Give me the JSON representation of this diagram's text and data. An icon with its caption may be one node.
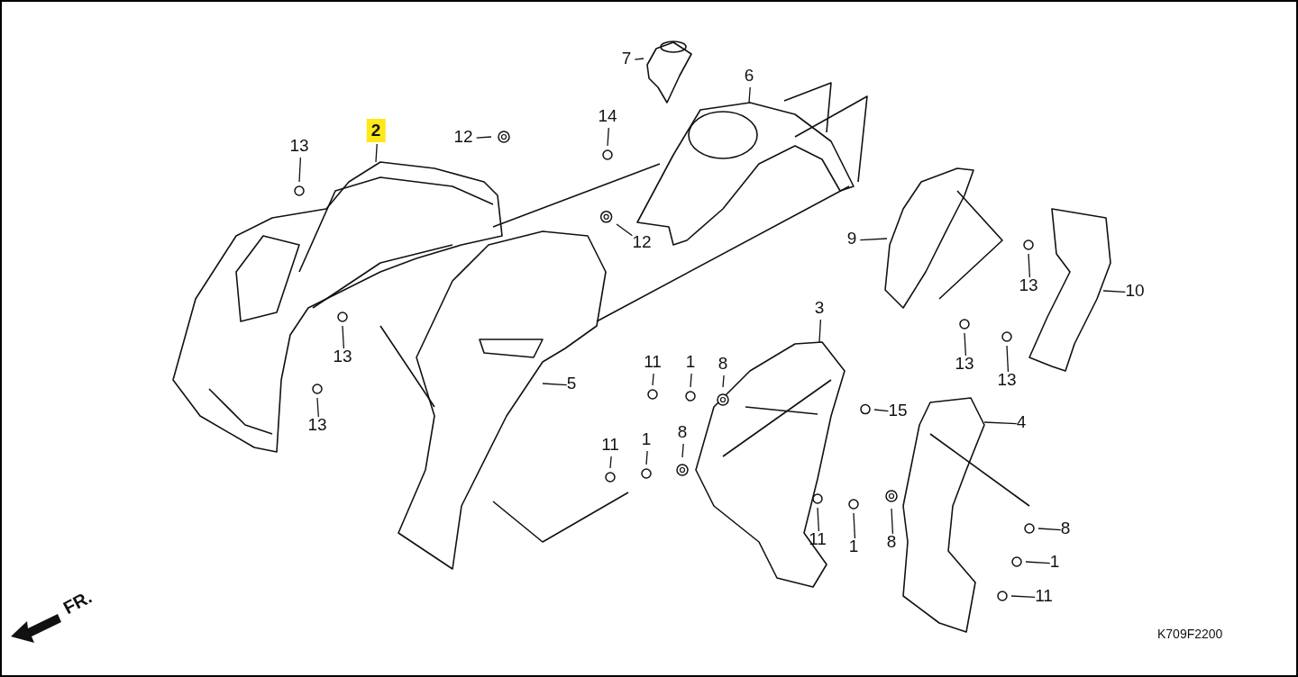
{
  "diagram": {
    "nodes": [
      {
        "text": [
          "7"
        ]
      },
      {
        "text": [
          "6"
        ]
      },
      {
        "text": [
          "2"
        ]
      },
      {
        "text": [
          "12"
        ]
      },
      {
        "text": [
          "14"
        ]
      },
      {
        "text": [
          "13"
        ]
      },
      {
        "text": [
          "12"
        ]
      },
      {
        "text": [
          "9"
        ]
      },
      {
        "text": [
          "13"
        ]
      },
      {
        "text": [
          "10"
        ]
      },
      {
        "text": [
          "13"
        ]
      },
      {
        "text": [
          "3"
        ]
      },
      {
        "text": [
          "13"
        ]
      },
      {
        "text": [
          "13"
        ]
      },
      {
        "text": [
          "5"
        ]
      },
      {
        "text": [
          "11"
        ]
      },
      {
        "text": [
          "1"
        ]
      },
      {
        "text": [
          "8"
        ]
      },
      {
        "text": [
          "13"
        ]
      },
      {
        "text": [
          "15"
        ]
      },
      {
        "text": [
          "4"
        ]
      },
      {
        "text": [
          "11"
        ]
      },
      {
        "text": [
          "1"
        ]
      },
      {
        "text": [
          "8"
        ]
      },
      {
        "text": [
          "8"
        ]
      },
      {
        "text": [
          "1"
        ]
      },
      {
        "text": [
          "11"
        ]
      },
      {
        "text": [
          "11"
        ]
      },
      {
        "text": [
          "1"
        ]
      },
      {
        "text": [
          "8"
        ]
      }
    ],
    "edges": [
      {
        "from": 0,
        "to": null,
        "arrow": "none"
      },
      {
        "from": 1,
        "to": null,
        "arrow": "none"
      },
      {
        "from": 2,
        "to": null,
        "arrow": "none"
      },
      {
        "from": 3,
        "to": null,
        "arrow": "none"
      },
      {
        "from": 4,
        "to": null,
        "arrow": "none"
      },
      {
        "from": 5,
        "to": null,
        "arrow": "none"
      },
      {
        "from": 6,
        "to": null,
        "arrow": "none"
      },
      {
        "from": 7,
        "to": null,
        "arrow": "none"
      },
      {
        "from": 8,
        "to": null,
        "arrow": "none"
      },
      {
        "from": 9,
        "to": null,
        "arrow": "none"
      },
      {
        "from": 10,
        "to": null,
        "arrow": "none"
      },
      {
        "from": 11,
        "to": null,
        "arrow": "none"
      },
      {
        "from": 12,
        "to": null,
        "arrow": "none"
      },
      {
        "from": 13,
        "to": null,
        "arrow": "none"
      },
      {
        "from": 14,
        "to": null,
        "arrow": "none"
      },
      {
        "from": 15,
        "to": null,
        "arrow": "none"
      },
      {
        "from": 16,
        "to": null,
        "arrow": "none"
      },
      {
        "from": 17,
        "to": null,
        "arrow": "none"
      },
      {
        "from": 18,
        "to": null,
        "arrow": "none"
      },
      {
        "from": 19,
        "to": null,
        "arrow": "none"
      },
      {
        "from": 20,
        "to": null,
        "arrow": "none"
      },
      {
        "from": 21,
        "to": null,
        "arrow": "none"
      },
      {
        "from": 22,
        "to": null,
        "arrow": "none"
      },
      {
        "from": 23,
        "to": null,
        "arrow": "none"
      },
      {
        "from": 24,
        "to": null,
        "arrow": "none"
      },
      {
        "from": 25,
        "to": null,
        "arrow": "none"
      },
      {
        "from": 26,
        "to": null,
        "arrow": "none"
      },
      {
        "from": 27,
        "to": null,
        "arrow": "none"
      },
      {
        "from": 28,
        "to": null,
        "arrow": "none"
      },
      {
        "from": 29,
        "to": null,
        "arrow": "none"
      }
    ],
    "labels": [
      "FR.",
      "K709F2200"
    ]
  }
}
